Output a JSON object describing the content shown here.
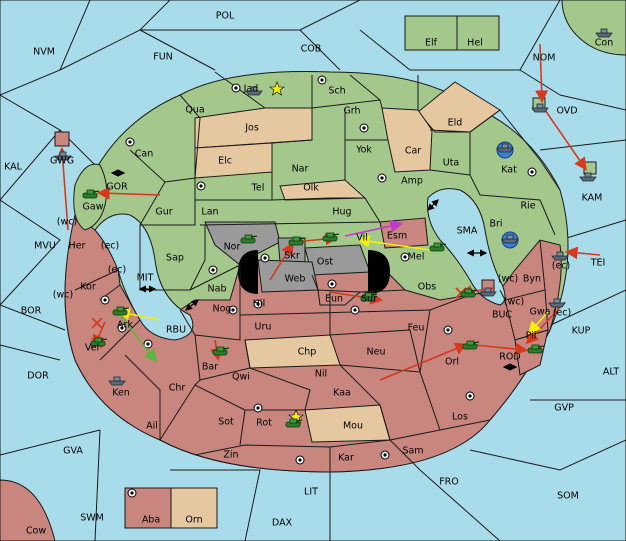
{
  "colors": {
    "sea": "#a9dcea",
    "green": "#a4c88c",
    "red": "#c8867f",
    "tan": "#e6c8a0",
    "grey": "#9a9a9a",
    "arrow_red": "#d63a1e",
    "arrow_yellow": "#f4f000",
    "arrow_green": "#59b83c",
    "arrow_magenta": "#c03ac8"
  },
  "sea_labels": {
    "pol": "POL",
    "nvm": "NVM",
    "fun": "FUN",
    "cob": "COB",
    "nom": "NOM",
    "ovd": "OVD",
    "kal": "KAL",
    "kam": "KAM",
    "gor": "GOR",
    "mvu": "MVU",
    "bor": "BOR",
    "mit": "MIT",
    "rbu": "RBU",
    "sma": "SMA",
    "tei": "TEI",
    "buc": "BUC",
    "kup": "KUP",
    "rod": "ROD",
    "alt": "ALT",
    "dor": "DOR",
    "gvp": "GVP",
    "gva": "GVA",
    "fro": "FRO",
    "som": "SOM",
    "swm": "SWM",
    "lit": "LIT",
    "dax": "DAX"
  },
  "land_labels": {
    "elf": "Elf",
    "hel": "Hel",
    "con": "Con",
    "jad": "Jad",
    "sch": "Sch",
    "qua": "Qua",
    "jos": "Jos",
    "grh": "Grh",
    "eld": "Eld",
    "can": "Can",
    "yok": "Yok",
    "car": "Car",
    "uta": "Uta",
    "kat": "Kat",
    "elc": "Elc",
    "nar": "Nar",
    "amp": "Amp",
    "gwg": "GWG",
    "tel": "Tel",
    "olk": "Olk",
    "rie": "Rie",
    "gaw": "Gaw",
    "gur": "Gur",
    "lan": "Lan",
    "hug": "Hug",
    "bri": "Bri",
    "vil": "Vil",
    "esm": "Esm",
    "nor": "Nor",
    "skr": "Skr",
    "her": "Her",
    "sap": "Sap",
    "ost": "Ost",
    "mel": "Mel",
    "byn": "Byn",
    "web": "Web",
    "kor": "Kor",
    "nab": "Nab",
    "obs": "Obs",
    "eun": "Eun",
    "sur": "Sur",
    "hil": "Hil",
    "gwa": "Gwa",
    "nog": "Nog",
    "ark": "Ark",
    "uru": "Uru",
    "feu": "Feu",
    "pil": "Pil",
    "vel": "Vel",
    "chp": "Chp",
    "neu": "Neu",
    "bar": "Bar",
    "qwi": "Qwi",
    "orl": "Orl",
    "nil": "Nil",
    "chr": "Chr",
    "ken": "Ken",
    "kaa": "Kaa",
    "ail": "Ail",
    "sot": "Sot",
    "rot": "Rot",
    "mou": "Mou",
    "los": "Los",
    "zin": "Zin",
    "kar": "Kar",
    "sam": "Sam",
    "cow": "Cow",
    "aba": "Aba",
    "orn": "Orn"
  },
  "coast_labels": {
    "wc_mvu": "(wc)",
    "ec_her": "(ec)",
    "ec_kor": "(ec)",
    "wc_kor": "(wc)",
    "wc_byn": "(wc)",
    "ec_byn": "(ec)",
    "wc_gwa": "(wc)",
    "ec_gwa": "(ec)"
  },
  "symbols": {
    "army_icon": "tank-icon",
    "fleet_icon": "ship-icon",
    "supply_center_icon": "supply-center-icon",
    "capital_icon": "star-icon",
    "move_arrow": "arrow",
    "bidirectional_arrow": "double-arrow-icon"
  }
}
